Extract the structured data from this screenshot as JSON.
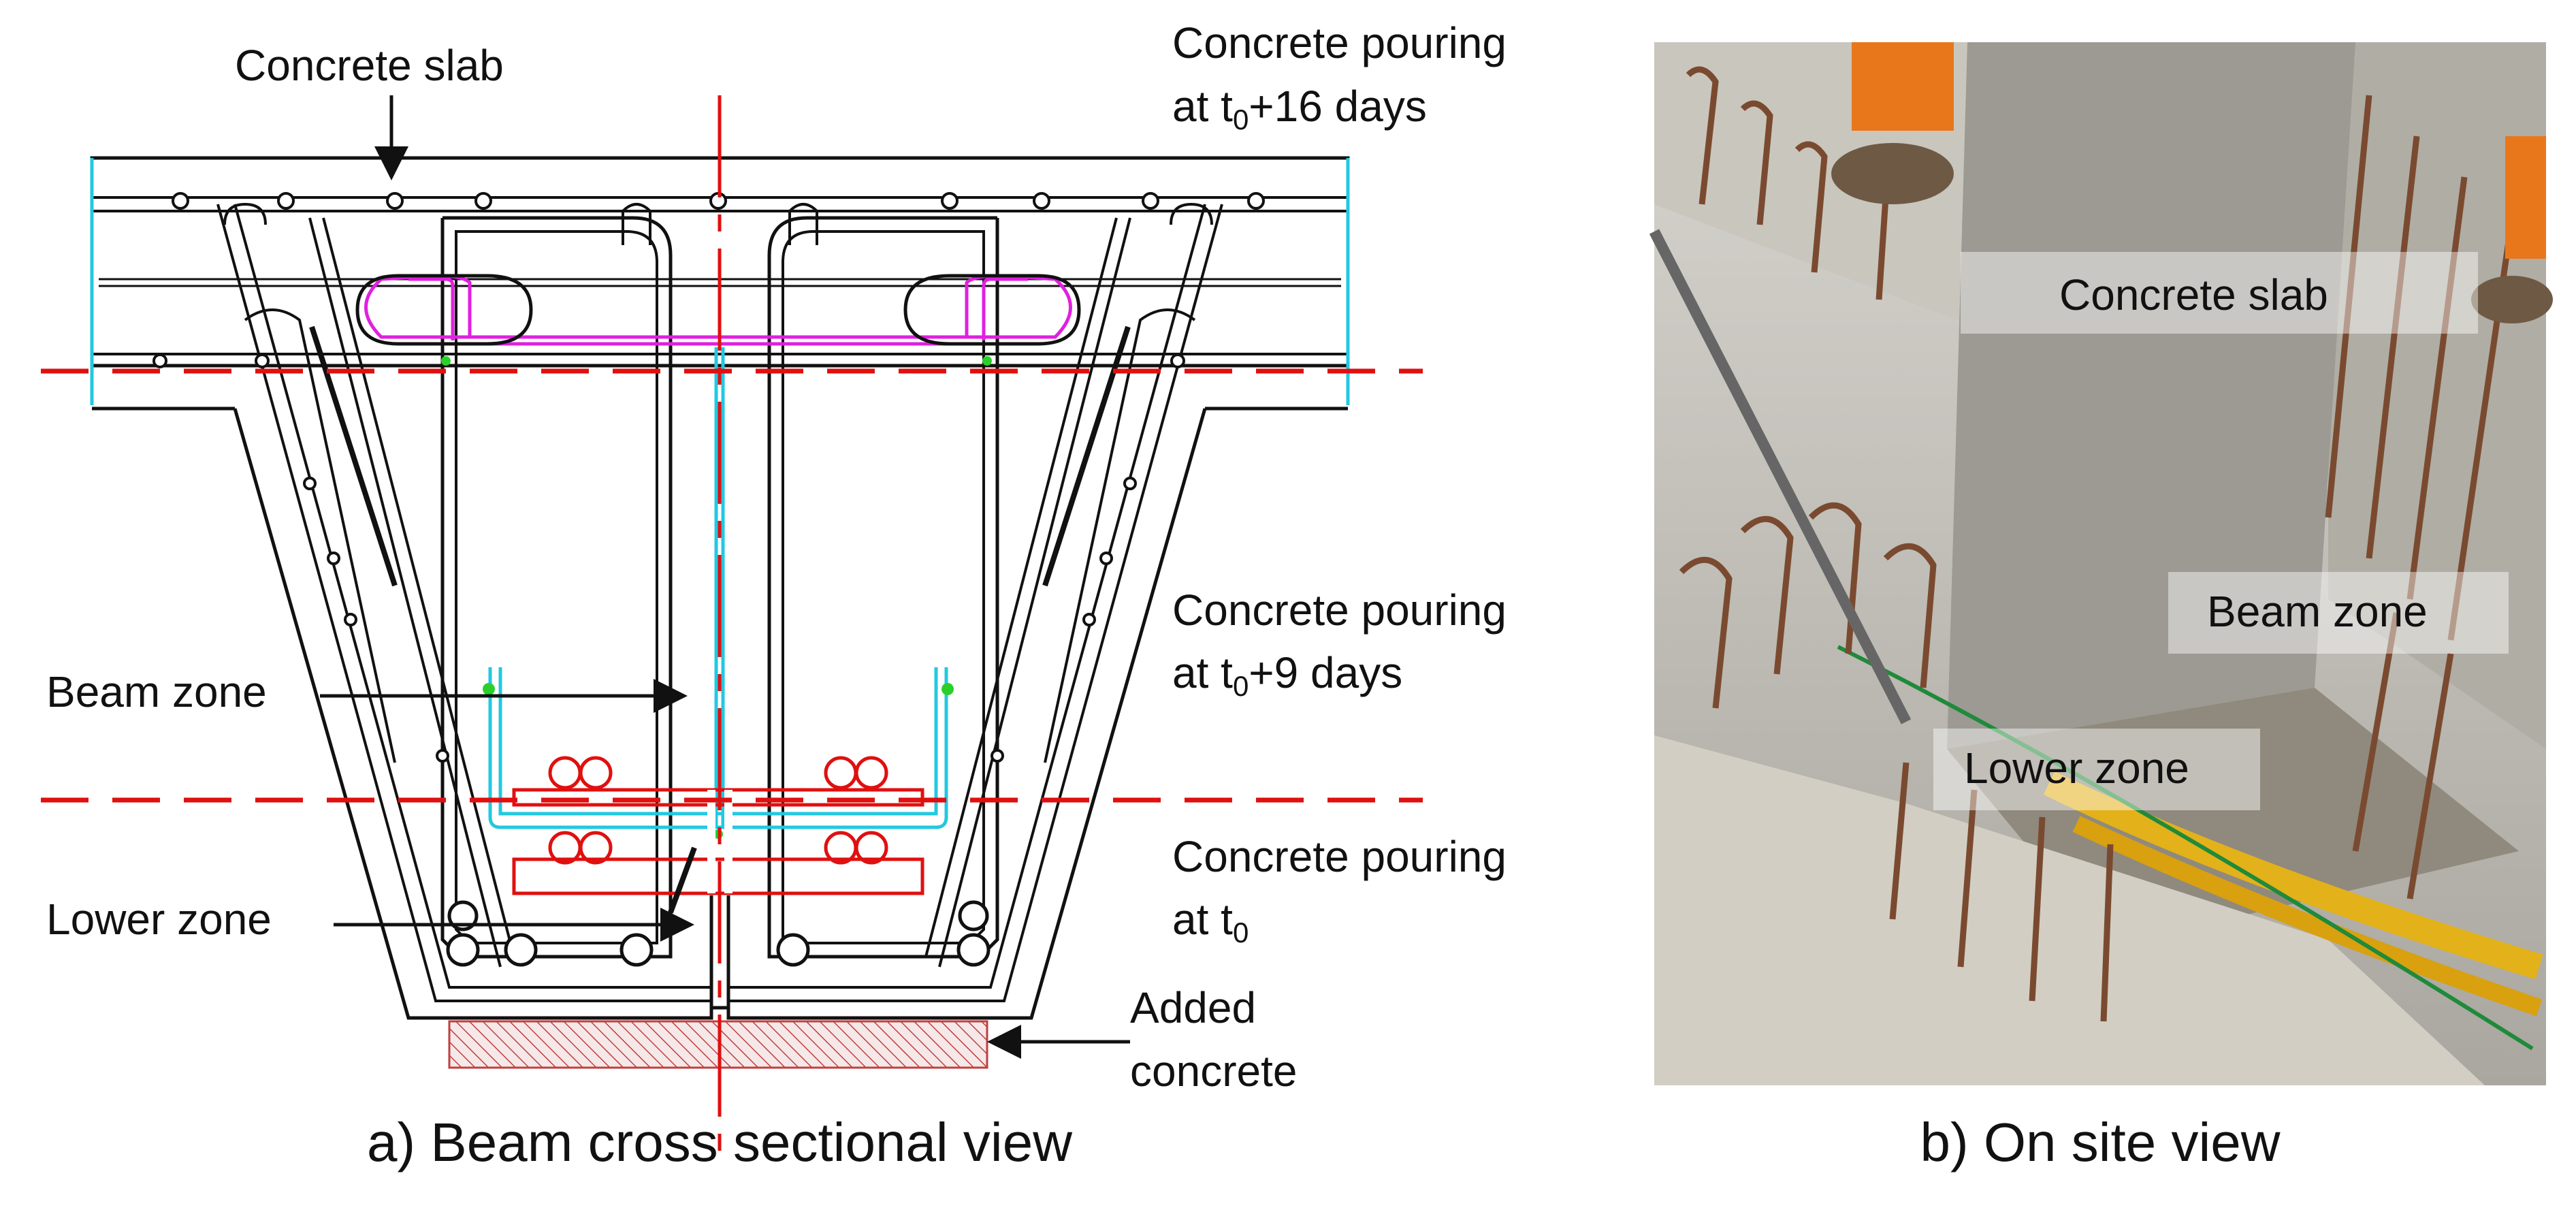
{
  "left_panel": {
    "caption": "a) Beam cross sectional view",
    "labels": {
      "concrete_slab": "Concrete slab",
      "beam_zone": "Beam zone",
      "lower_zone": "Lower zone",
      "added_concrete_line1": "Added",
      "added_concrete_line2": "concrete"
    },
    "pours": [
      {
        "line1": "Concrete pouring",
        "line2_prefix": "at t",
        "subscript": "0",
        "line2_suffix": "+16 days"
      },
      {
        "line1": "Concrete pouring",
        "line2_prefix": "at t",
        "subscript": "0",
        "line2_suffix": "+9 days"
      },
      {
        "line1": "Concrete pouring",
        "line2_prefix": "at t",
        "subscript": "0",
        "line2_suffix": ""
      }
    ]
  },
  "right_panel": {
    "caption": "b) On site view",
    "labels": {
      "concrete_slab": "Concrete slab",
      "beam_zone": "Beam zone",
      "lower_zone": "Lower zone"
    }
  },
  "colors": {
    "outline": "#111111",
    "cut_line": "#e01010",
    "prestress": "#e01010",
    "cyan_rebar": "#22c8e0",
    "magenta_rebar": "#e020e0",
    "hatch": "#c04040",
    "photo_bg": "#b9b6ac"
  }
}
